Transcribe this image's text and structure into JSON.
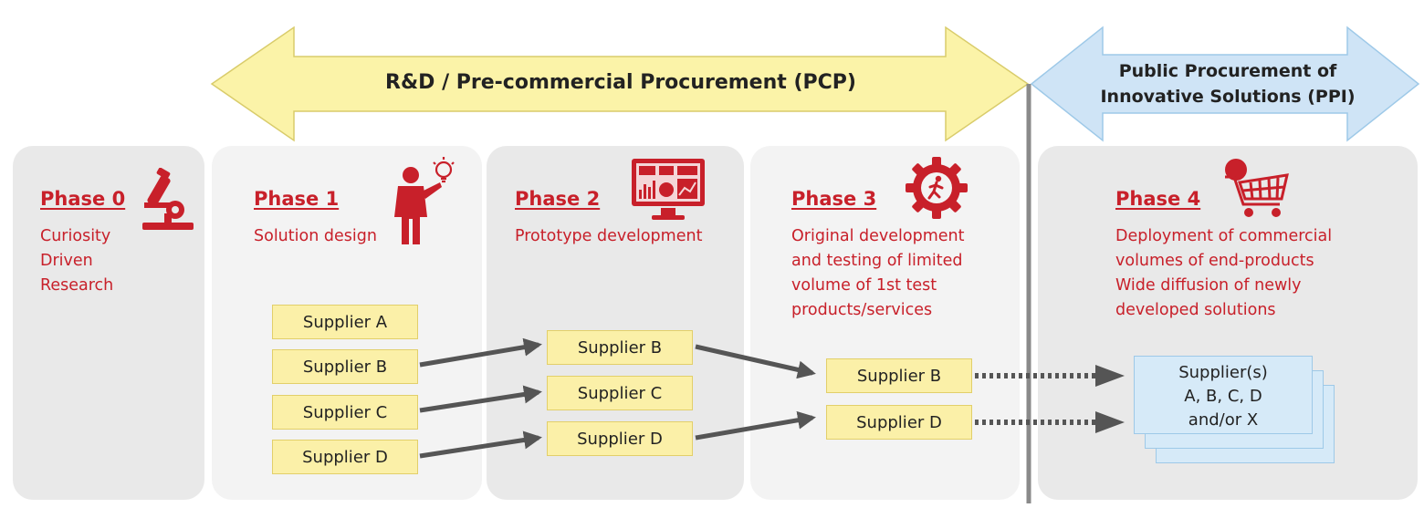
{
  "banner": {
    "pcp_label": "R&D / Pre-commercial Procurement (PCP)",
    "ppi_label_line1": "Public Procurement of",
    "ppi_label_line2": "Innovative Solutions (PPI)"
  },
  "phases": [
    {
      "title": "Phase 0",
      "description": [
        "Curiosity",
        "Driven",
        "Research"
      ],
      "icon": "microscope-icon"
    },
    {
      "title": "Phase 1",
      "description": [
        "Solution design"
      ],
      "icon": "person-lightbulb-icon"
    },
    {
      "title": "Phase 2",
      "description": [
        "Prototype development"
      ],
      "icon": "monitor-dashboard-icon"
    },
    {
      "title": "Phase 3",
      "description": [
        "Original development",
        "and testing of limited",
        "volume of 1st test",
        "products/services"
      ],
      "icon": "gear-runner-icon"
    },
    {
      "title": "Phase 4",
      "description": [
        "Deployment of commercial",
        "volumes of end-products",
        "Wide diffusion of newly",
        "developed solutions"
      ],
      "icon": "shopping-cart-icon"
    }
  ],
  "suppliers": {
    "phase1": [
      "Supplier A",
      "Supplier B",
      "Supplier C",
      "Supplier D"
    ],
    "phase2": [
      "Supplier B",
      "Supplier C",
      "Supplier D"
    ],
    "phase3": [
      "Supplier B",
      "Supplier D"
    ],
    "phase4": [
      "Supplier(s)",
      "A, B, C, D",
      "and/or X"
    ]
  },
  "colors": {
    "accent_red": "#c8202a",
    "pcp_arrow": "#fbf3a8",
    "ppi_arrow": "#cfe4f6",
    "supplier_box": "#fbf0a8",
    "flow_arrow": "#555555"
  }
}
